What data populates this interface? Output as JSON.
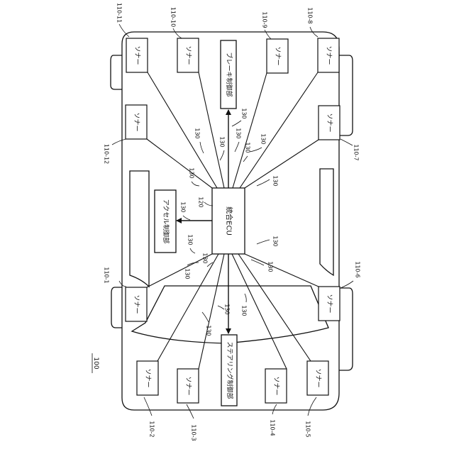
{
  "figure_number": "100",
  "sonar": {
    "name": "ソナー",
    "refs": {
      "s1": "110-1",
      "s2": "110-2",
      "s3": "110-3",
      "s4": "110-4",
      "s5": "110-5",
      "s6": "110-6",
      "s7": "110-7",
      "s8": "110-8",
      "s9": "110-9",
      "s10": "110-10",
      "s11": "110-11",
      "s12": "110-12"
    }
  },
  "ecu": {
    "name": "統合ECU",
    "ref": "120"
  },
  "controllers": {
    "accelerator": "アクセル制御部",
    "brake": "ブレーキ制御部",
    "steering": "ステアリング制御部"
  },
  "line_ref": "130"
}
